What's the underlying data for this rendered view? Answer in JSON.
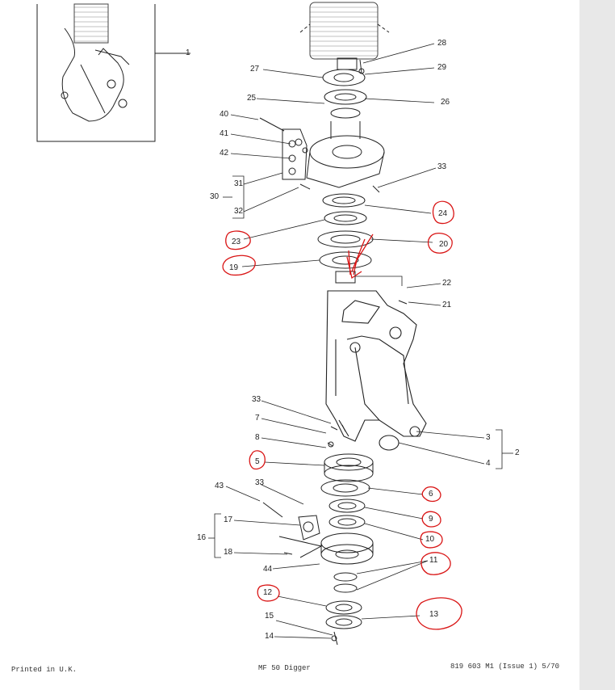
{
  "page": {
    "footer_left": "Printed in U.K.",
    "footer_center": "MF 50 Digger",
    "footer_right": "819 603 M1 (Issue 1) 5/70"
  },
  "callouts": {
    "n1": "1",
    "n2": "2",
    "n3": "3",
    "n4": "4",
    "n5": "5",
    "n6": "6",
    "n7": "7",
    "n8": "8",
    "n9": "9",
    "n10": "10",
    "n11": "11",
    "n12": "12",
    "n13": "13",
    "n14": "14",
    "n15": "15",
    "n16": "16",
    "n17": "17",
    "n18": "18",
    "n19": "19",
    "n20": "20",
    "n21": "21",
    "n22": "22",
    "n23": "23",
    "n24": "24",
    "n25": "25",
    "n26": "26",
    "n27": "27",
    "n28": "28",
    "n29": "29",
    "n30": "30",
    "n31": "31",
    "n32": "32",
    "n33": "33",
    "n40": "40",
    "n41": "41",
    "n42": "42",
    "n43": "43",
    "n44": "44"
  },
  "annotations": {
    "marker_color": "#d91414",
    "circled_parts": [
      "5",
      "6",
      "9",
      "10",
      "11",
      "12",
      "13",
      "19",
      "20",
      "23",
      "24"
    ]
  }
}
